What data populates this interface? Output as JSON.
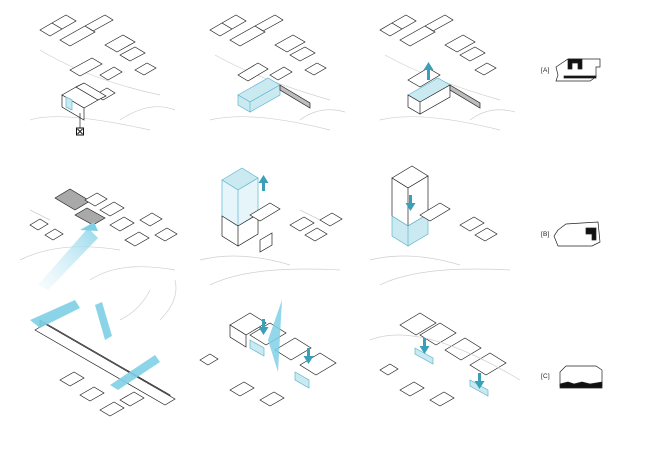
{
  "legend": {
    "rows": [
      {
        "tag": "[A]"
      },
      {
        "tag": "[B]"
      },
      {
        "tag": "[C]"
      }
    ]
  },
  "colors": {
    "line": "#222222",
    "faint": "#c9c9c9",
    "highlight_fill": "#cbe9f1",
    "highlight_stroke": "#5fb7cf",
    "arrow": "#3b9fb8",
    "beam": "#7fd0e6",
    "dark_fill": "#a9a9a9"
  },
  "icons": {
    "marker": "boxed-x-icon",
    "up": "arrow-up-icon",
    "down": "arrow-down-icon"
  }
}
